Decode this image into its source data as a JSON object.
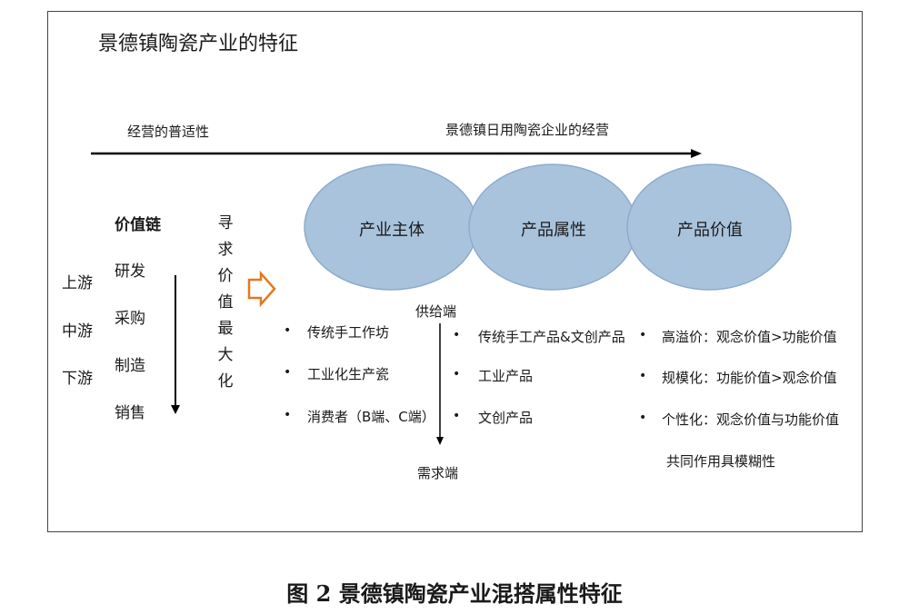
{
  "title": "景德镇陶瓷产业的特征",
  "top_arrow": {
    "left_label": "经营的普适性",
    "right_label": "景德镇日用陶瓷企业的经营"
  },
  "stages": [
    "上游",
    "中游",
    "下游"
  ],
  "value_chain": {
    "heading": "价值链",
    "items": [
      "研发",
      "采购",
      "制造",
      "销售"
    ]
  },
  "vertical_text": [
    "寻",
    "求",
    "价",
    "值",
    "最",
    "大",
    "化"
  ],
  "circles": [
    "产业主体",
    "产品属性",
    "产品价值"
  ],
  "supply_label": "供给端",
  "demand_label": "需求端",
  "bullet_mark": "•",
  "subjects": [
    "传统手工作坊",
    "工业化生产瓷",
    "消费者（B端、C端）"
  ],
  "attributes": [
    "传统手工产品&文创产品",
    "工业产品",
    "文创产品"
  ],
  "values": [
    "高溢价：观念价值>功能价值",
    "规模化：功能价值>观念价值",
    "个性化：观念价值与功能价值"
  ],
  "values_note": "共同作用具模糊性",
  "caption": "图 2  景德镇陶瓷产业混搭属性特征",
  "colors": {
    "circle_fill": "#a9c3dd",
    "circle_stroke": "#8eaccb",
    "hollow_arrow": "#e2791f",
    "line": "#000000"
  }
}
